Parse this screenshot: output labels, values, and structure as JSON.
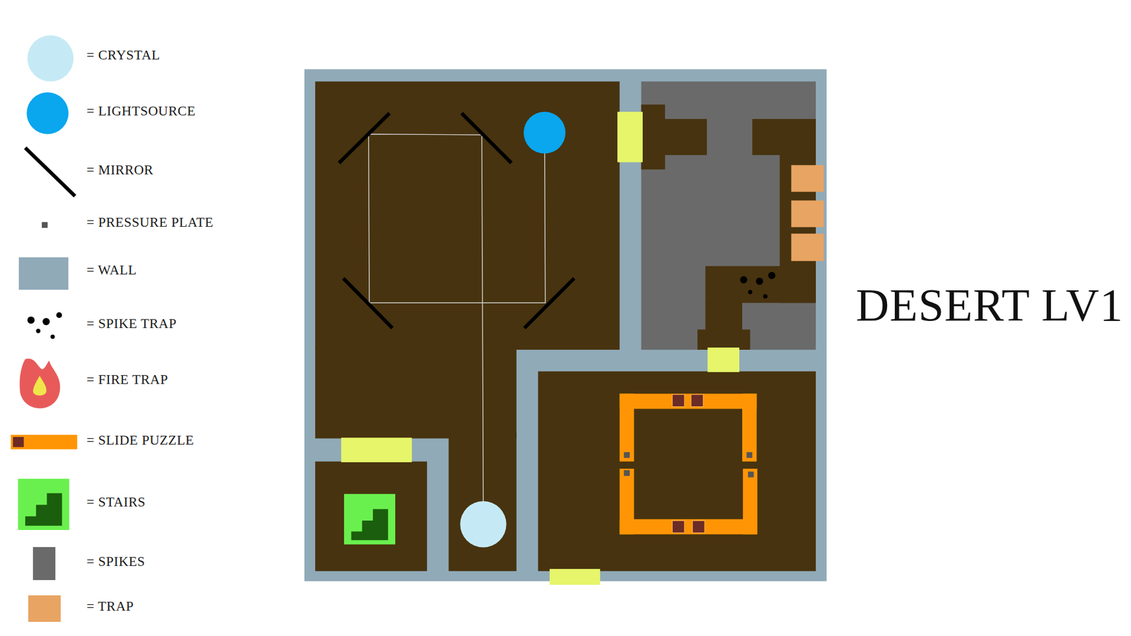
{
  "diagram": {
    "title": "DESERT LV1",
    "legend": [
      {
        "text": "= CRYSTAL"
      },
      {
        "text": "= LIGHTSOURCE"
      },
      {
        "text": "= MIRROR"
      },
      {
        "text": "= PRESSURE PLATE"
      },
      {
        "text": "= WALL",
        "color": "#90aab8"
      },
      {
        "text": "= SPIKE TRAP"
      },
      {
        "text": "= FIRE TRAP"
      },
      {
        "text": "= SLIDE PUZZLE"
      },
      {
        "text": "= STAIRS"
      },
      {
        "text": "= SPIKES",
        "color": "#6a6a6a"
      },
      {
        "text": "= TRAP",
        "color": "#e8a462"
      }
    ]
  }
}
